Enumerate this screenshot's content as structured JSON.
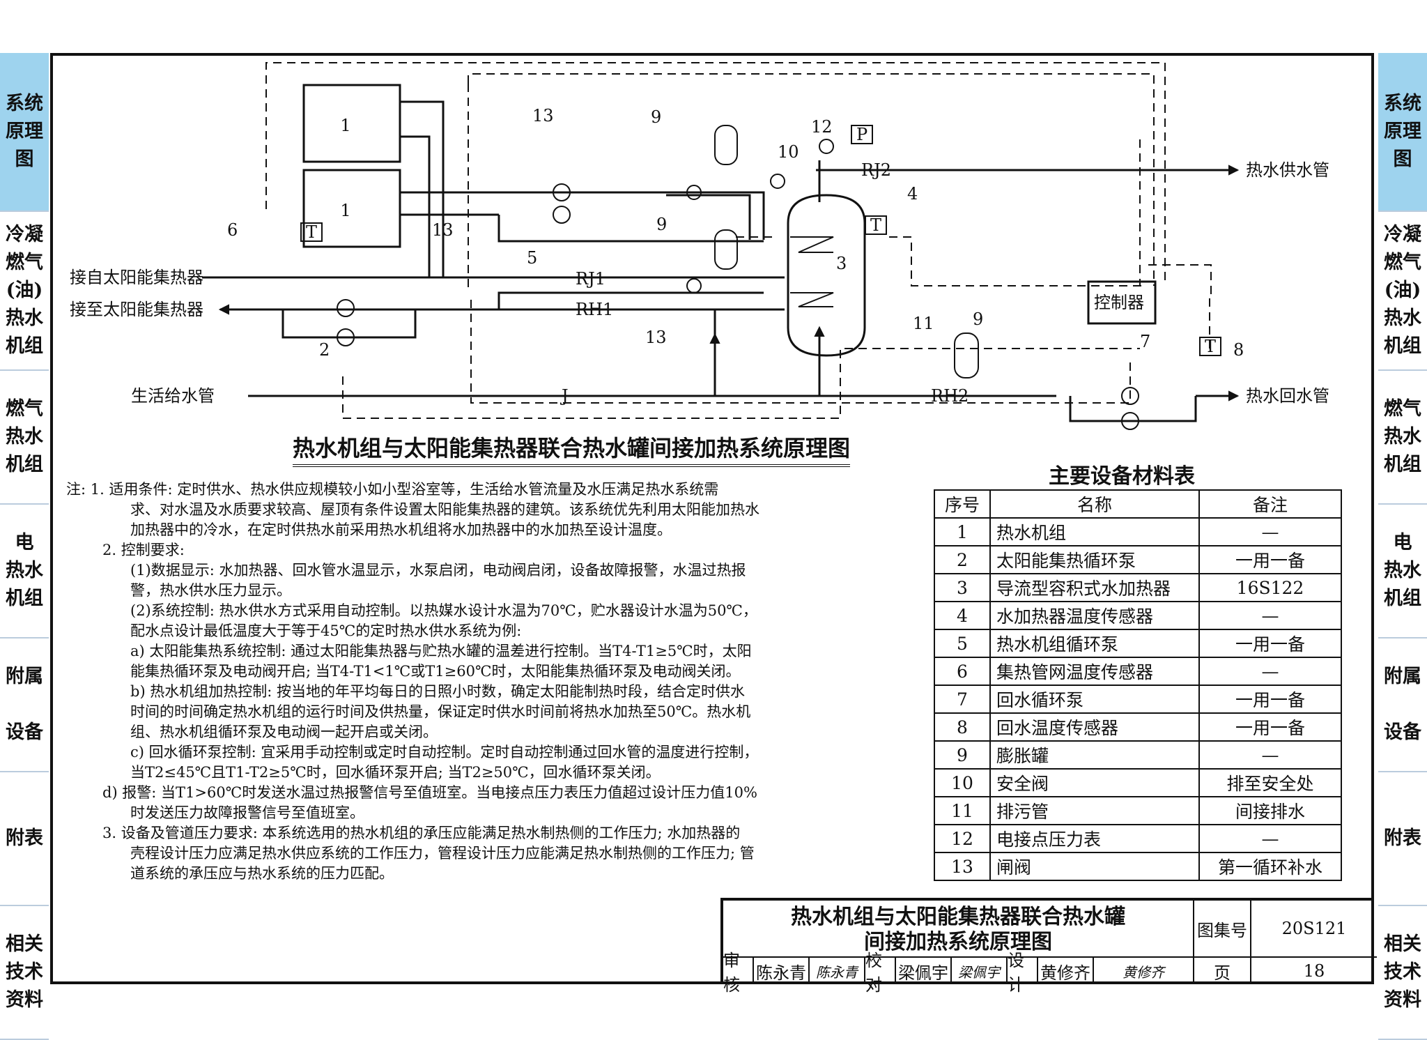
{
  "sidebar": {
    "left": [
      {
        "label": "系统\n原理\n图",
        "active": true
      },
      {
        "label": "冷凝\n燃气\n(油)\n热水\n机组",
        "active": false
      },
      {
        "label": "燃气\n热水\n机组",
        "active": false
      },
      {
        "label": "电\n热水\n机组",
        "active": false
      },
      {
        "label": "附属\n\n设备",
        "active": false
      },
      {
        "label": "附表",
        "active": false
      },
      {
        "label": "相关\n技术\n资料",
        "active": false
      }
    ],
    "right": [
      {
        "label": "系统\n原理\n图",
        "active": true
      },
      {
        "label": "冷凝\n燃气\n(油)\n热水\n机组",
        "active": false
      },
      {
        "label": "燃气\n热水\n机组",
        "active": false
      },
      {
        "label": "电\n热水\n机组",
        "active": false
      },
      {
        "label": "附属\n\n设备",
        "active": false
      },
      {
        "label": "附表",
        "active": false
      },
      {
        "label": "相关\n技术\n资料",
        "active": false
      }
    ],
    "active_color": "#9ed3ee"
  },
  "diagram": {
    "title": "热水机组与太阳能集热器联合热水罐间接加热系统原理图",
    "labels": {
      "from_solar": "接自太阳能集热器",
      "to_solar": "接至太阳能集热器",
      "cold_water": "生活给水管",
      "hot_supply": "热水供水管",
      "hot_return": "热水回水管",
      "controller": "控制器",
      "rj1": "RJ1",
      "rh1": "RH1",
      "rj2": "RJ2",
      "rh2": "RH2",
      "j": "J",
      "t1": "T",
      "t2": "T",
      "t4": "T",
      "p": "P",
      "n1": "1",
      "n1b": "1",
      "n2": "2",
      "n3": "3",
      "n4": "4",
      "n5": "5",
      "n6": "6",
      "n7": "7",
      "n8": "8",
      "n9a": "9",
      "n9b": "9",
      "n9c": "9",
      "n10": "10",
      "n11": "11",
      "n12": "12",
      "n13a": "13",
      "n13b": "13",
      "n13c": "13"
    }
  },
  "notes": {
    "intro": "注: 1. 适用条件: 定时供水、热水供应规模较小如小型浴室等，生活给水管流量及水压满足热水系统需",
    "l1b": "求、对水温及水质要求较高、屋顶有条件设置太阳能集热器的建筑。该系统优先利用太阳能加热水",
    "l1c": "加热器中的冷水，在定时供热水前采用热水机组将水加热器中的水加热至设计温度。",
    "l2": "2. 控制要求:",
    "l2a": "(1)数据显示: 水加热器、回水管水温显示，水泵启闭，电动阀启闭，设备故障报警，水温过热报",
    "l2b": "警，热水供水压力显示。",
    "l2c": "(2)系统控制: 热水供水方式采用自动控制。以热媒水设计水温为70℃，贮水器设计水温为50℃，",
    "l2d": "配水点设计最低温度大于等于45℃的定时热水供水系统为例:",
    "l2e": "a) 太阳能集热系统控制: 通过太阳能集热器与贮热水罐的温差进行控制。当T4-T1≥5℃时，太阳",
    "l2f": "能集热循环泵及电动阀开启; 当T4-T1<1℃或T1≥60℃时，太阳能集热循环泵及电动阀关闭。",
    "l2g": "b) 热水机组加热控制: 按当地的年平均每日的日照小时数，确定太阳能制热时段，结合定时供水",
    "l2h": "时间的时间确定热水机组的运行时间及供热量，保证定时供水时间前将热水加热至50℃。热水机",
    "l2i": "组、热水机组循环泵及电动阀一起开启或关闭。",
    "l2j": "c) 回水循环泵控制: 宜采用手动控制或定时自动控制。定时自动控制通过回水管的温度进行控制，",
    "l2k": "当T2≤45℃且T1-T2≥5℃时，回水循环泵开启; 当T2≥50℃，回水循环泵关闭。",
    "l2l": "d) 报警: 当T1>60℃时发送水温过热报警信号至值班室。当电接点压力表压力值超过设计压力值10%",
    "l2m": "时发送压力故障报警信号至值班室。",
    "l3": "3. 设备及管道压力要求: 本系统选用的热水机组的承压应能满足热水制热侧的工作压力; 水加热器的",
    "l3b": "壳程设计压力应满足热水供应系统的工作压力，管程设计压力应能满足热水制热侧的工作压力; 管",
    "l3c": "道系统的承压应与热水系统的压力匹配。"
  },
  "materials": {
    "title": "主要设备材料表",
    "headers": [
      "序号",
      "名称",
      "备注"
    ],
    "rows": [
      [
        "1",
        "热水机组",
        "—"
      ],
      [
        "2",
        "太阳能集热循环泵",
        "一用一备"
      ],
      [
        "3",
        "导流型容积式水加热器",
        "16S122"
      ],
      [
        "4",
        "水加热器温度传感器",
        "—"
      ],
      [
        "5",
        "热水机组循环泵",
        "一用一备"
      ],
      [
        "6",
        "集热管网温度传感器",
        "—"
      ],
      [
        "7",
        "回水循环泵",
        "一用一备"
      ],
      [
        "8",
        "回水温度传感器",
        "一用一备"
      ],
      [
        "9",
        "膨胀罐",
        "—"
      ],
      [
        "10",
        "安全阀",
        "排至安全处"
      ],
      [
        "11",
        "排污管",
        "间接排水"
      ],
      [
        "12",
        "电接点压力表",
        "—"
      ],
      [
        "13",
        "闸阀",
        "第一循环补水"
      ]
    ]
  },
  "title_block": {
    "title_line1": "热水机组与太阳能集热器联合热水罐",
    "title_line2": "间接加热系统原理图",
    "atlas_label": "图集号",
    "atlas_no": "20S121",
    "page_label": "页",
    "page_no": "18",
    "review_label": "审核",
    "reviewer": "陈永青",
    "reviewer_sig": "陈永青",
    "check_label": "校对",
    "checker": "梁佩宇",
    "checker_sig": "梁佩宇",
    "design_label": "设计",
    "designer": "黄修齐",
    "designer_sig": "黄修齐"
  }
}
